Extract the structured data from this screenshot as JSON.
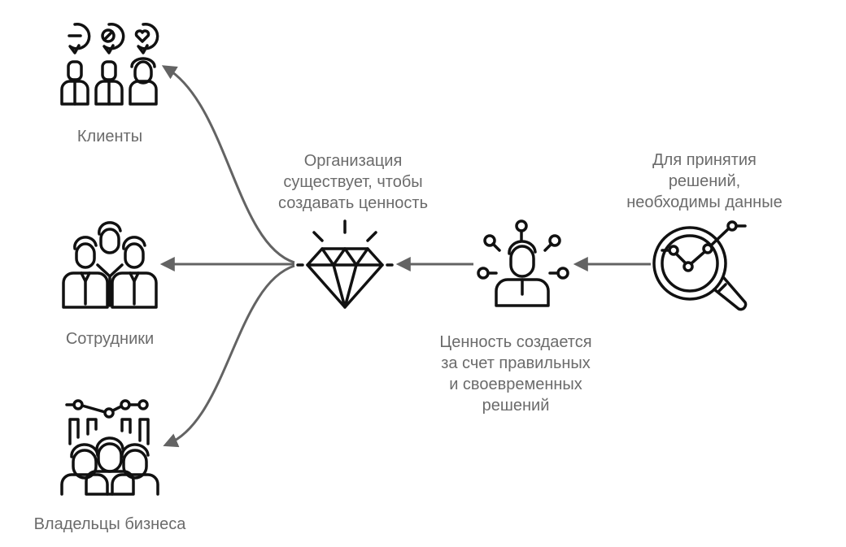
{
  "colors": {
    "text": "#6b6b6b",
    "arrow": "#636363",
    "icon": "#111111",
    "background": "#ffffff"
  },
  "nodes": {
    "clients": {
      "label": "Клиенты",
      "icon": "clients-feedback-icon"
    },
    "employees": {
      "label": "Сотрудники",
      "icon": "employees-group-icon"
    },
    "owners": {
      "label": "Владельцы бизнеса",
      "icon": "business-owners-icon"
    },
    "organization": {
      "icon": "diamond-icon",
      "caption": [
        "Организация",
        "существует, чтобы",
        "создавать ценность"
      ]
    },
    "decision": {
      "icon": "decision-maker-icon",
      "caption": [
        "Ценность создается",
        "за счет правильных",
        "и своевременных",
        "решений"
      ]
    },
    "data": {
      "icon": "data-analysis-icon",
      "caption": [
        "Для принятия",
        "решений,",
        "необходимы данные"
      ]
    }
  }
}
